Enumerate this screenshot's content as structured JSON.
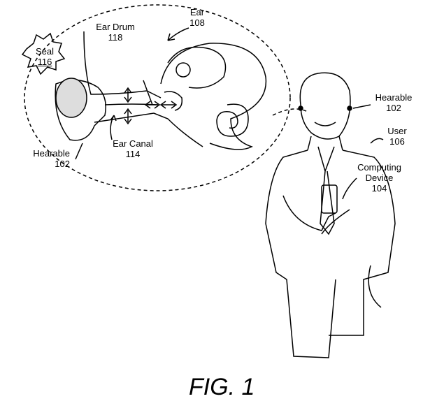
{
  "labels": {
    "seal": {
      "name": "Seal",
      "ref": "116"
    },
    "ear_drum": {
      "name": "Ear Drum",
      "ref": "118"
    },
    "ear": {
      "name": "Ear",
      "ref": "108"
    },
    "hearable_inset": {
      "name": "Hearable",
      "ref": "102"
    },
    "ear_canal": {
      "name": "Ear Canal",
      "ref": "114"
    },
    "hearable_user": {
      "name": "Hearable",
      "ref": "102"
    },
    "user": {
      "name": "User",
      "ref": "106"
    },
    "computing_device": {
      "name": "Computing Device",
      "ref": "104"
    }
  },
  "figure_caption": "FIG. 1"
}
